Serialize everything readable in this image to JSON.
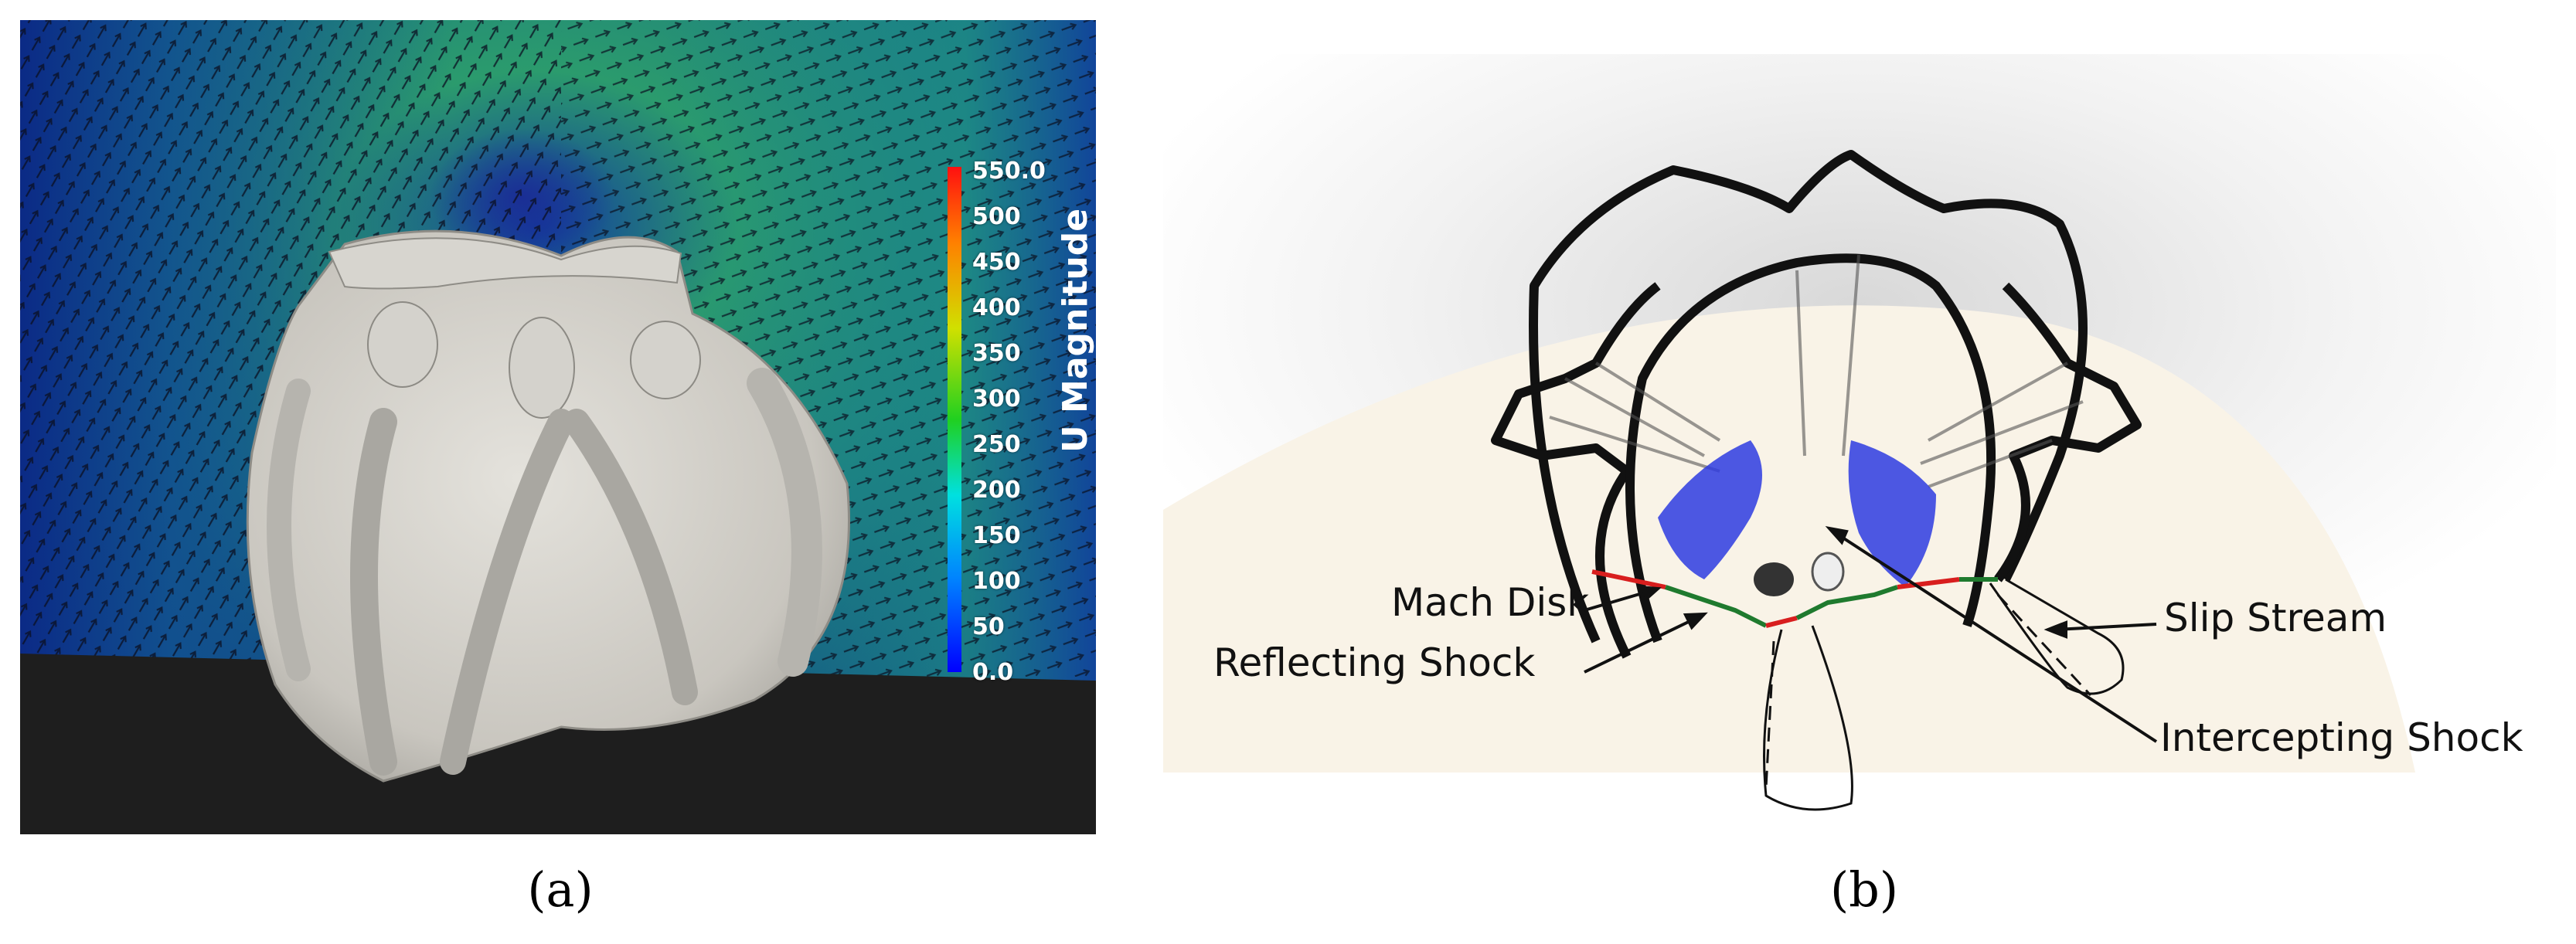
{
  "panel_a": {
    "caption": "(a)",
    "colorbar": {
      "title": "U Magnitude",
      "ticks": [
        "550.0",
        "500",
        "450",
        "400",
        "350",
        "300",
        "250",
        "200",
        "150",
        "100",
        "50",
        "0.0"
      ],
      "range": [
        0,
        550
      ]
    },
    "colors": {
      "floor": "#1e1e1e",
      "object": "#dcdad4",
      "flow_low": "#0a1e8c",
      "flow_mid": "#1f9a7a",
      "flow_high": "#47b83a"
    }
  },
  "panel_b": {
    "caption": "(b)",
    "annotations": {
      "mach_disk": "Mach Disk",
      "reflecting_shock": "Reflecting Shock",
      "slip_stream": "Slip Stream",
      "intercepting_shock": "Intercepting Shock"
    },
    "colors": {
      "domain": "#f9f3e7",
      "shock_lines": "#111111",
      "blue_region": "#2e3be0",
      "mach_disk_line": "#d81e1e",
      "reflecting_line": "#1f7a2e"
    }
  }
}
